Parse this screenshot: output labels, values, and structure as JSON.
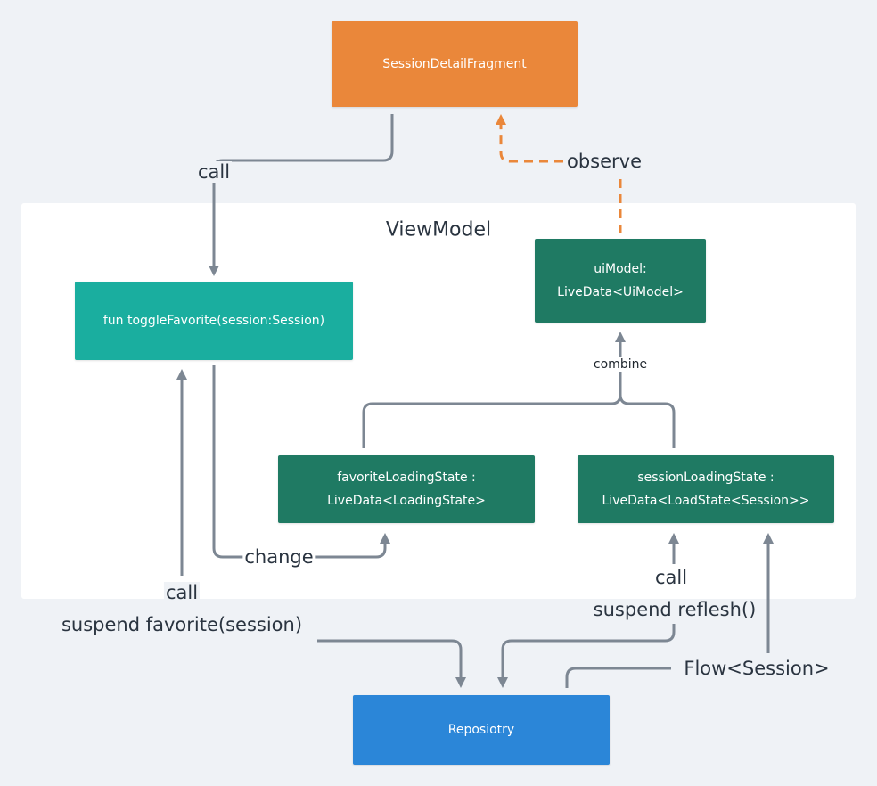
{
  "nodes": {
    "fragment": "SessionDetailFragment",
    "toggle": "fun toggleFavorite(session:Session)",
    "ui_model": [
      "uiModel:",
      "LiveData<UiModel>"
    ],
    "favorite_state": [
      "favoriteLoadingState :",
      "LiveData<LoadingState>"
    ],
    "session_state": [
      "sessionLoadingState :",
      "LiveData<LoadState<Session>>"
    ],
    "repository": "Reposiotry"
  },
  "group_label": "ViewModel",
  "edge_labels": {
    "call_top": "call",
    "observe": "observe",
    "combine": "combine",
    "change": "change",
    "call_favorite": "call",
    "suspend_favorite": "suspend favorite(session)",
    "call_refresh": "call",
    "suspend_refresh": "suspend reflesh()",
    "flow": "Flow<Session>"
  },
  "colors": {
    "fragment": "#ea873a",
    "toggle": "#1aae9f",
    "state": "#1f7a63",
    "repository": "#2b86d8",
    "connector": "#7d8793",
    "observe_connector": "#ea873a",
    "background": "#eff2f6",
    "panel": "#ffffff"
  }
}
